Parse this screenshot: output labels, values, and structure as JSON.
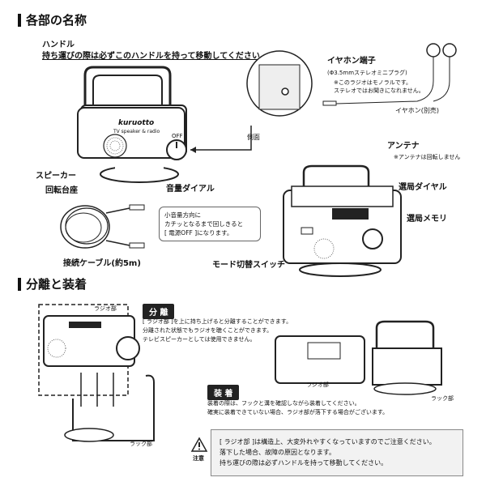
{
  "section1": {
    "title": "各部の名称",
    "handle_label": "ハンドル",
    "handle_note": "持ち運びの際は必ずこのハンドルを持って移動してください。",
    "brand": "kuruotto",
    "brand_sub": "TV speaker & radio",
    "off_label": "OFF",
    "speaker_label": "スピーカー",
    "rotating_base_label": "回転台座",
    "volume_dial_label": "音量ダイアル",
    "volume_note_lines": [
      "小音量方向に",
      "カチッとなるまで回しきると",
      "[ 電源OFF ]になります。"
    ],
    "cable_label": "接続ケーブル(約5m)",
    "earphone_jack_label": "イヤホン端子",
    "earphone_jack_sub": "(Φ3.5mmステレオミニプラグ)",
    "earphone_note_lines": [
      "※このラジオはモノラルです。",
      "ステレオではお聞きになれません。"
    ],
    "earphone_label": "イヤホン(別売)",
    "side_label": "側面",
    "antenna_label": "アンテナ",
    "antenna_note": "※アンテナは回転しません",
    "tuning_dial_label": "選局ダイヤル",
    "tuning_memory_label": "選局メモリ",
    "mode_switch_label": "モード切替スイッチ"
  },
  "section2": {
    "title": "分離と装着",
    "radio_part_label": "ラジオ部",
    "rack_part_label": "ラック部",
    "separate_tag": "分 離",
    "separate_lines": [
      "[ ラジオ部 ]を上に持ち上げると分離することができます。",
      "分離された状態でもラジオを聴くことができます。",
      "テレビスピーカーとしては使用できません。"
    ],
    "attach_tag": "装 着",
    "attach_lines": [
      "装着の際は、フックと溝を確認しながら装着してください。",
      "確実に装着できていない場合、ラジオ部が落下する場合がございます。"
    ],
    "radio_part_label2": "ラジオ部",
    "rack_part_label2": "ラック部",
    "caution_label": "注意",
    "caution_lines": [
      "[ ラジオ部 ]は構造上、大変外れやすくなっていますのでご注意ください。",
      "落下した場合、故障の原因となります。",
      "持ち運びの際は必ずハンドルを持って移動してください。"
    ]
  }
}
